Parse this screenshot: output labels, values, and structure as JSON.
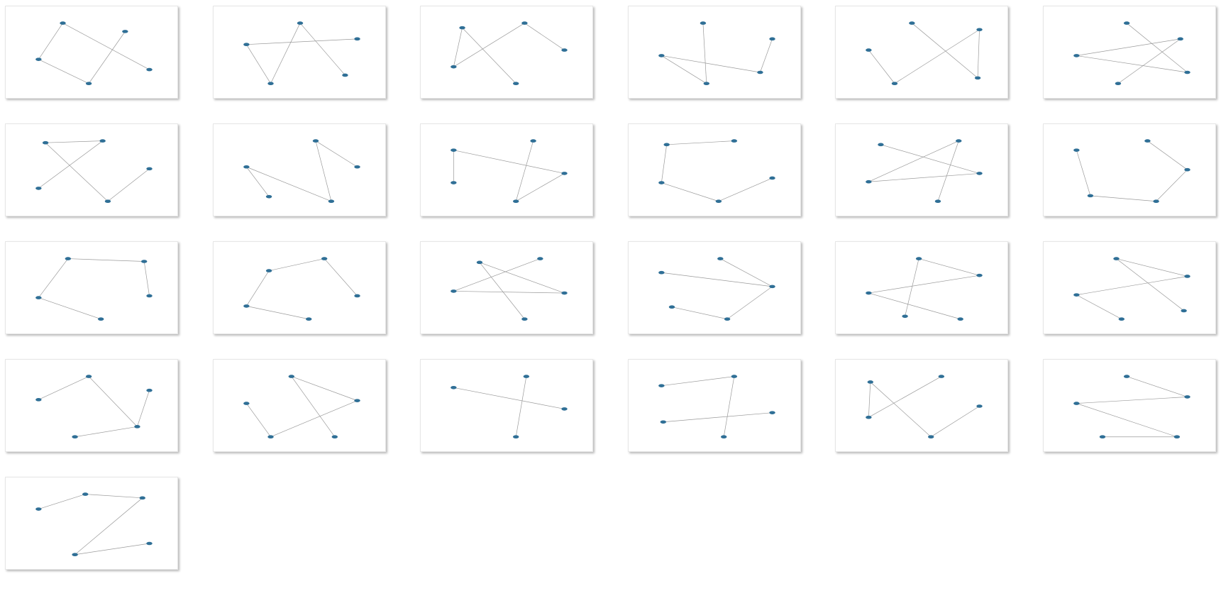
{
  "colors": {
    "node": "#2f6f96",
    "edge": "#9a9a9a",
    "card_background": "#ffffff"
  },
  "panels": [
    {
      "nodes": [
        [
          0.33,
          0.18
        ],
        [
          0.69,
          0.27
        ],
        [
          0.19,
          0.57
        ],
        [
          0.83,
          0.68
        ],
        [
          0.48,
          0.83
        ]
      ],
      "edges": [
        [
          0,
          3
        ],
        [
          0,
          2
        ],
        [
          2,
          4
        ],
        [
          4,
          1
        ]
      ]
    },
    {
      "nodes": [
        [
          0.5,
          0.18
        ],
        [
          0.83,
          0.35
        ],
        [
          0.19,
          0.41
        ],
        [
          0.76,
          0.74
        ],
        [
          0.33,
          0.83
        ]
      ],
      "edges": [
        [
          2,
          1
        ],
        [
          2,
          4
        ],
        [
          4,
          0
        ],
        [
          0,
          3
        ]
      ]
    },
    {
      "nodes": [
        [
          0.24,
          0.23
        ],
        [
          0.6,
          0.18
        ],
        [
          0.83,
          0.47
        ],
        [
          0.19,
          0.65
        ],
        [
          0.55,
          0.83
        ]
      ],
      "edges": [
        [
          0,
          3
        ],
        [
          0,
          4
        ],
        [
          3,
          1
        ],
        [
          1,
          2
        ]
      ]
    },
    {
      "nodes": [
        [
          0.43,
          0.18
        ],
        [
          0.83,
          0.35
        ],
        [
          0.19,
          0.53
        ],
        [
          0.76,
          0.71
        ],
        [
          0.45,
          0.83
        ]
      ],
      "edges": [
        [
          0,
          4
        ],
        [
          4,
          2
        ],
        [
          2,
          3
        ],
        [
          3,
          1
        ]
      ]
    },
    {
      "nodes": [
        [
          0.44,
          0.18
        ],
        [
          0.83,
          0.25
        ],
        [
          0.19,
          0.47
        ],
        [
          0.82,
          0.77
        ],
        [
          0.34,
          0.83
        ]
      ],
      "edges": [
        [
          0,
          3
        ],
        [
          3,
          1
        ],
        [
          1,
          4
        ],
        [
          4,
          2
        ]
      ]
    },
    {
      "nodes": [
        [
          0.48,
          0.18
        ],
        [
          0.79,
          0.35
        ],
        [
          0.19,
          0.53
        ],
        [
          0.83,
          0.71
        ],
        [
          0.43,
          0.83
        ]
      ],
      "edges": [
        [
          0,
          3
        ],
        [
          2,
          3
        ],
        [
          2,
          1
        ],
        [
          1,
          4
        ]
      ]
    },
    {
      "nodes": [
        [
          0.23,
          0.2
        ],
        [
          0.56,
          0.18
        ],
        [
          0.83,
          0.48
        ],
        [
          0.19,
          0.69
        ],
        [
          0.59,
          0.83
        ]
      ],
      "edges": [
        [
          0,
          1
        ],
        [
          0,
          4
        ],
        [
          1,
          3
        ],
        [
          2,
          4
        ]
      ]
    },
    {
      "nodes": [
        [
          0.59,
          0.18
        ],
        [
          0.83,
          0.46
        ],
        [
          0.19,
          0.46
        ],
        [
          0.32,
          0.78
        ],
        [
          0.68,
          0.83
        ]
      ],
      "edges": [
        [
          0,
          4
        ],
        [
          0,
          1
        ],
        [
          2,
          4
        ],
        [
          2,
          3
        ]
      ]
    },
    {
      "nodes": [
        [
          0.65,
          0.18
        ],
        [
          0.19,
          0.28
        ],
        [
          0.83,
          0.53
        ],
        [
          0.19,
          0.63
        ],
        [
          0.55,
          0.83
        ]
      ],
      "edges": [
        [
          1,
          3
        ],
        [
          1,
          2
        ],
        [
          2,
          4
        ],
        [
          4,
          0
        ]
      ]
    },
    {
      "nodes": [
        [
          0.22,
          0.22
        ],
        [
          0.61,
          0.18
        ],
        [
          0.83,
          0.58
        ],
        [
          0.19,
          0.63
        ],
        [
          0.52,
          0.83
        ]
      ],
      "edges": [
        [
          0,
          1
        ],
        [
          0,
          3
        ],
        [
          3,
          4
        ],
        [
          4,
          2
        ]
      ]
    },
    {
      "nodes": [
        [
          0.26,
          0.22
        ],
        [
          0.71,
          0.18
        ],
        [
          0.83,
          0.53
        ],
        [
          0.19,
          0.62
        ],
        [
          0.59,
          0.83
        ]
      ],
      "edges": [
        [
          0,
          2
        ],
        [
          1,
          3
        ],
        [
          3,
          2
        ],
        [
          1,
          4
        ]
      ]
    },
    {
      "nodes": [
        [
          0.19,
          0.28
        ],
        [
          0.6,
          0.18
        ],
        [
          0.83,
          0.49
        ],
        [
          0.27,
          0.77
        ],
        [
          0.65,
          0.83
        ]
      ],
      "edges": [
        [
          0,
          3
        ],
        [
          3,
          4
        ],
        [
          4,
          2
        ],
        [
          2,
          1
        ]
      ]
    },
    {
      "nodes": [
        [
          0.36,
          0.18
        ],
        [
          0.8,
          0.21
        ],
        [
          0.83,
          0.58
        ],
        [
          0.19,
          0.6
        ],
        [
          0.55,
          0.83
        ]
      ],
      "edges": [
        [
          0,
          1
        ],
        [
          1,
          2
        ],
        [
          0,
          3
        ],
        [
          3,
          4
        ]
      ]
    },
    {
      "nodes": [
        [
          0.64,
          0.18
        ],
        [
          0.32,
          0.31
        ],
        [
          0.83,
          0.58
        ],
        [
          0.19,
          0.69
        ],
        [
          0.55,
          0.83
        ]
      ],
      "edges": [
        [
          1,
          0
        ],
        [
          0,
          2
        ],
        [
          1,
          3
        ],
        [
          3,
          4
        ]
      ]
    },
    {
      "nodes": [
        [
          0.34,
          0.22
        ],
        [
          0.69,
          0.18
        ],
        [
          0.19,
          0.53
        ],
        [
          0.83,
          0.55
        ],
        [
          0.6,
          0.83
        ]
      ],
      "edges": [
        [
          0,
          4
        ],
        [
          0,
          3
        ],
        [
          2,
          3
        ],
        [
          2,
          1
        ]
      ]
    },
    {
      "nodes": [
        [
          0.53,
          0.18
        ],
        [
          0.19,
          0.33
        ],
        [
          0.83,
          0.48
        ],
        [
          0.25,
          0.7
        ],
        [
          0.57,
          0.83
        ]
      ],
      "edges": [
        [
          1,
          2
        ],
        [
          0,
          2
        ],
        [
          2,
          4
        ],
        [
          4,
          3
        ]
      ]
    },
    {
      "nodes": [
        [
          0.48,
          0.18
        ],
        [
          0.83,
          0.36
        ],
        [
          0.19,
          0.55
        ],
        [
          0.4,
          0.8
        ],
        [
          0.72,
          0.83
        ]
      ],
      "edges": [
        [
          0,
          1
        ],
        [
          0,
          3
        ],
        [
          2,
          1
        ],
        [
          2,
          4
        ]
      ]
    },
    {
      "nodes": [
        [
          0.42,
          0.18
        ],
        [
          0.83,
          0.37
        ],
        [
          0.19,
          0.57
        ],
        [
          0.81,
          0.74
        ],
        [
          0.45,
          0.83
        ]
      ],
      "edges": [
        [
          0,
          1
        ],
        [
          0,
          3
        ],
        [
          2,
          1
        ],
        [
          2,
          4
        ]
      ]
    },
    {
      "nodes": [
        [
          0.48,
          0.18
        ],
        [
          0.83,
          0.33
        ],
        [
          0.19,
          0.43
        ],
        [
          0.76,
          0.72
        ],
        [
          0.4,
          0.83
        ]
      ],
      "edges": [
        [
          2,
          0
        ],
        [
          0,
          3
        ],
        [
          3,
          1
        ],
        [
          3,
          4
        ]
      ]
    },
    {
      "nodes": [
        [
          0.45,
          0.18
        ],
        [
          0.19,
          0.47
        ],
        [
          0.83,
          0.44
        ],
        [
          0.7,
          0.83
        ],
        [
          0.33,
          0.83
        ]
      ],
      "edges": [
        [
          0,
          3
        ],
        [
          0,
          2
        ],
        [
          2,
          4
        ],
        [
          4,
          1
        ]
      ]
    },
    {
      "nodes": [
        [
          0.61,
          0.18
        ],
        [
          0.19,
          0.3
        ],
        [
          0.83,
          0.53
        ],
        [
          0.55,
          0.83
        ]
      ],
      "edges": [
        [
          1,
          2
        ],
        [
          0,
          3
        ]
      ]
    },
    {
      "nodes": [
        [
          0.61,
          0.18
        ],
        [
          0.19,
          0.28
        ],
        [
          0.83,
          0.57
        ],
        [
          0.2,
          0.67
        ],
        [
          0.55,
          0.83
        ]
      ],
      "edges": [
        [
          1,
          0
        ],
        [
          0,
          4
        ],
        [
          3,
          2
        ]
      ]
    },
    {
      "nodes": [
        [
          0.61,
          0.18
        ],
        [
          0.2,
          0.24
        ],
        [
          0.83,
          0.5
        ],
        [
          0.19,
          0.62
        ],
        [
          0.55,
          0.83
        ]
      ],
      "edges": [
        [
          1,
          3
        ],
        [
          3,
          0
        ],
        [
          1,
          4
        ],
        [
          4,
          2
        ]
      ]
    },
    {
      "nodes": [
        [
          0.48,
          0.18
        ],
        [
          0.83,
          0.4
        ],
        [
          0.19,
          0.47
        ],
        [
          0.34,
          0.83
        ],
        [
          0.77,
          0.83
        ]
      ],
      "edges": [
        [
          0,
          1
        ],
        [
          2,
          1
        ],
        [
          2,
          4
        ],
        [
          3,
          4
        ]
      ]
    },
    {
      "nodes": [
        [
          0.46,
          0.18
        ],
        [
          0.79,
          0.22
        ],
        [
          0.19,
          0.34
        ],
        [
          0.83,
          0.71
        ],
        [
          0.4,
          0.83
        ]
      ],
      "edges": [
        [
          2,
          0
        ],
        [
          0,
          1
        ],
        [
          1,
          4
        ],
        [
          4,
          3
        ]
      ]
    }
  ]
}
